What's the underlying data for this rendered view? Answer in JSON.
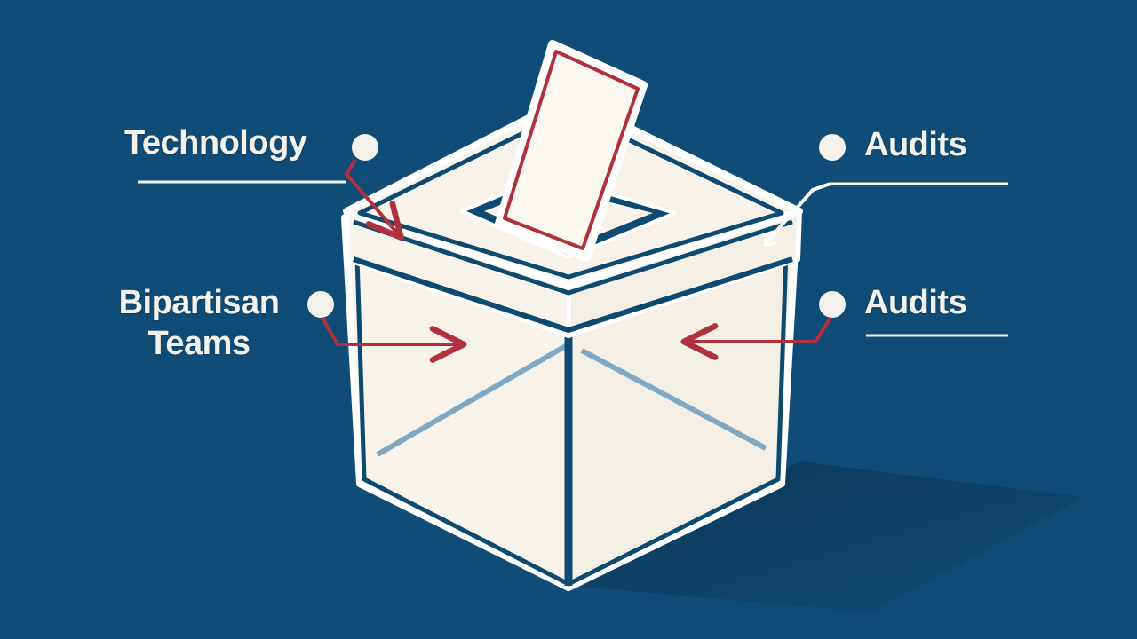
{
  "colors": {
    "background": "#0f4d78",
    "box_fill": "#f7f3ea",
    "outline_white": "#ffffff",
    "outline_navy": "#0d4a72",
    "inner_line_blue": "#7ea8c4",
    "arrow_red": "#b0303c",
    "dot": "#f4f1ea"
  },
  "labels": {
    "top_left": "Technology",
    "top_right": "Audits",
    "middle_left_line1": "Bipartisan",
    "middle_left_line2": "Teams",
    "middle_right": "Audits"
  },
  "icons": {
    "ballot": "ballot-paper-icon",
    "box": "ballot-box-icon"
  }
}
